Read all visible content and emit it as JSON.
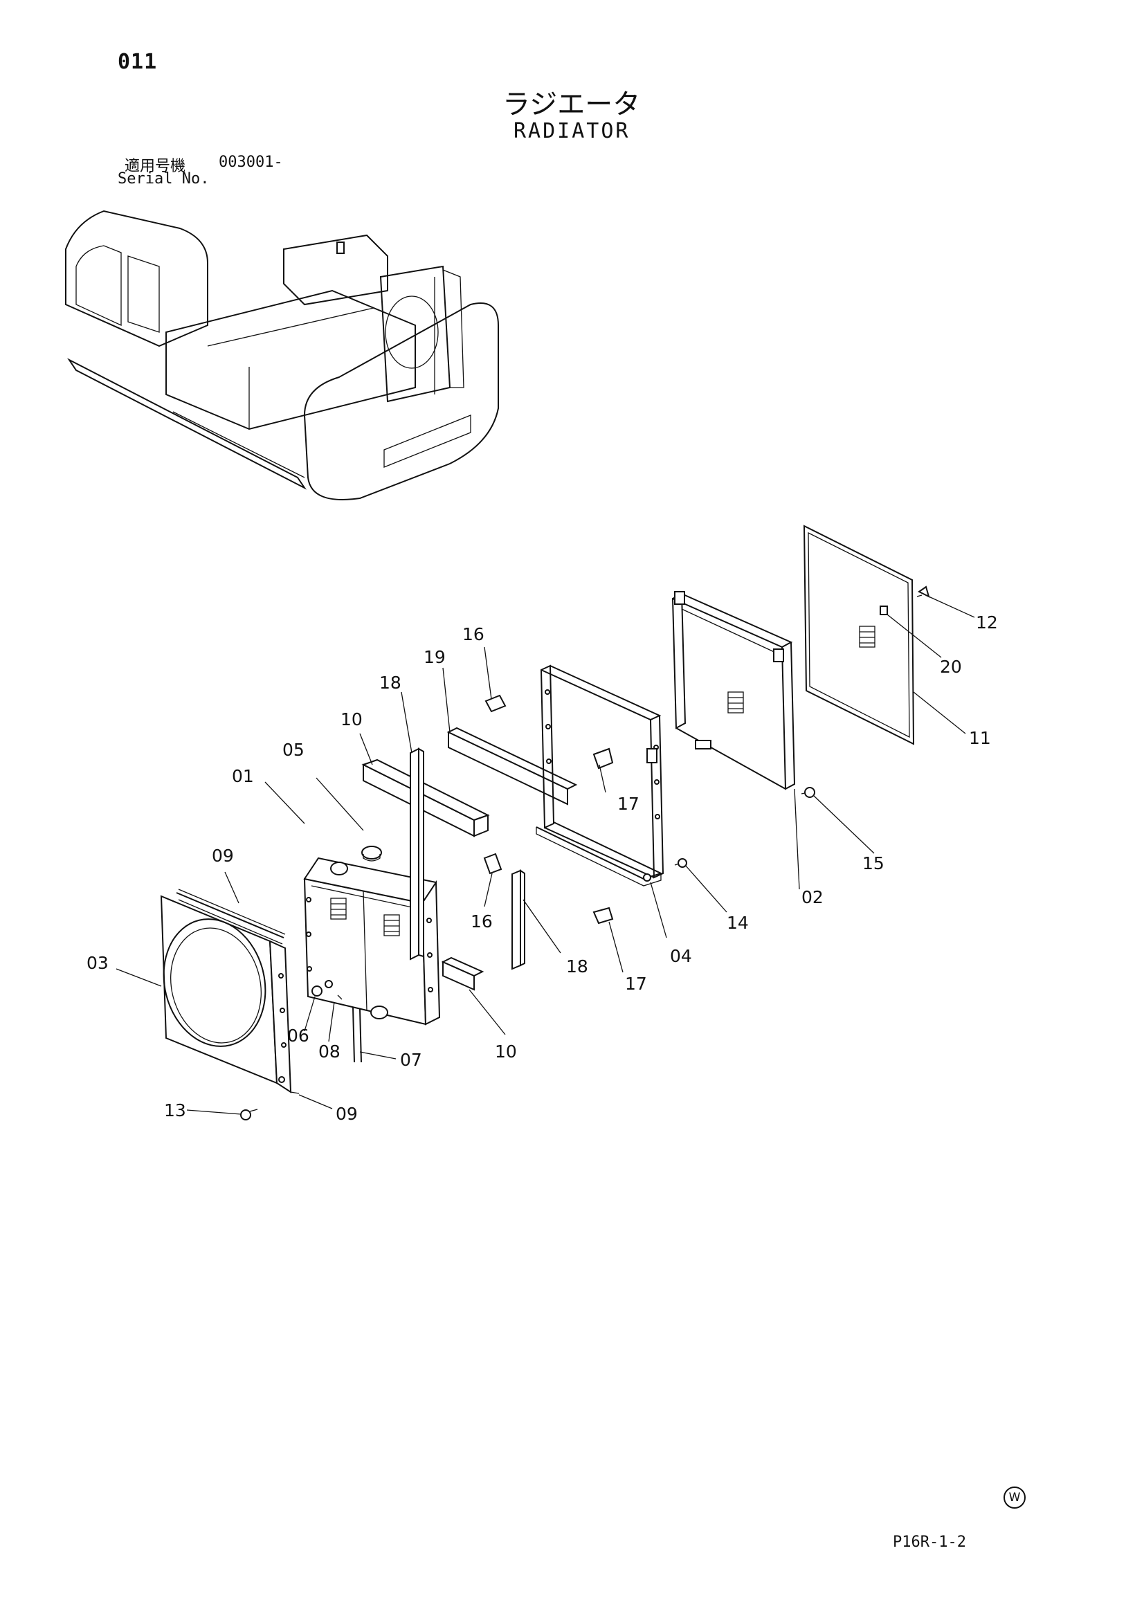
{
  "header": {
    "page_number": "011",
    "title_jp": "ラジエータ",
    "title_en": "RADIATOR",
    "serial_label_jp": "適用号機",
    "serial_value": "003001-",
    "serial_label_en": "Serial No."
  },
  "footer": {
    "mark": "W",
    "page_code": "P16R-1-2"
  },
  "callouts": {
    "c01": "01",
    "c02": "02",
    "c03": "03",
    "c04": "04",
    "c05": "05",
    "c06": "06",
    "c07": "07",
    "c08": "08",
    "c09a": "09",
    "c09b": "09",
    "c10a": "10",
    "c10b": "10",
    "c11": "11",
    "c12": "12",
    "c13": "13",
    "c14": "14",
    "c15": "15",
    "c16a": "16",
    "c16b": "16",
    "c17a": "17",
    "c17b": "17",
    "c18a": "18",
    "c18b": "18",
    "c19": "19",
    "c20": "20"
  }
}
